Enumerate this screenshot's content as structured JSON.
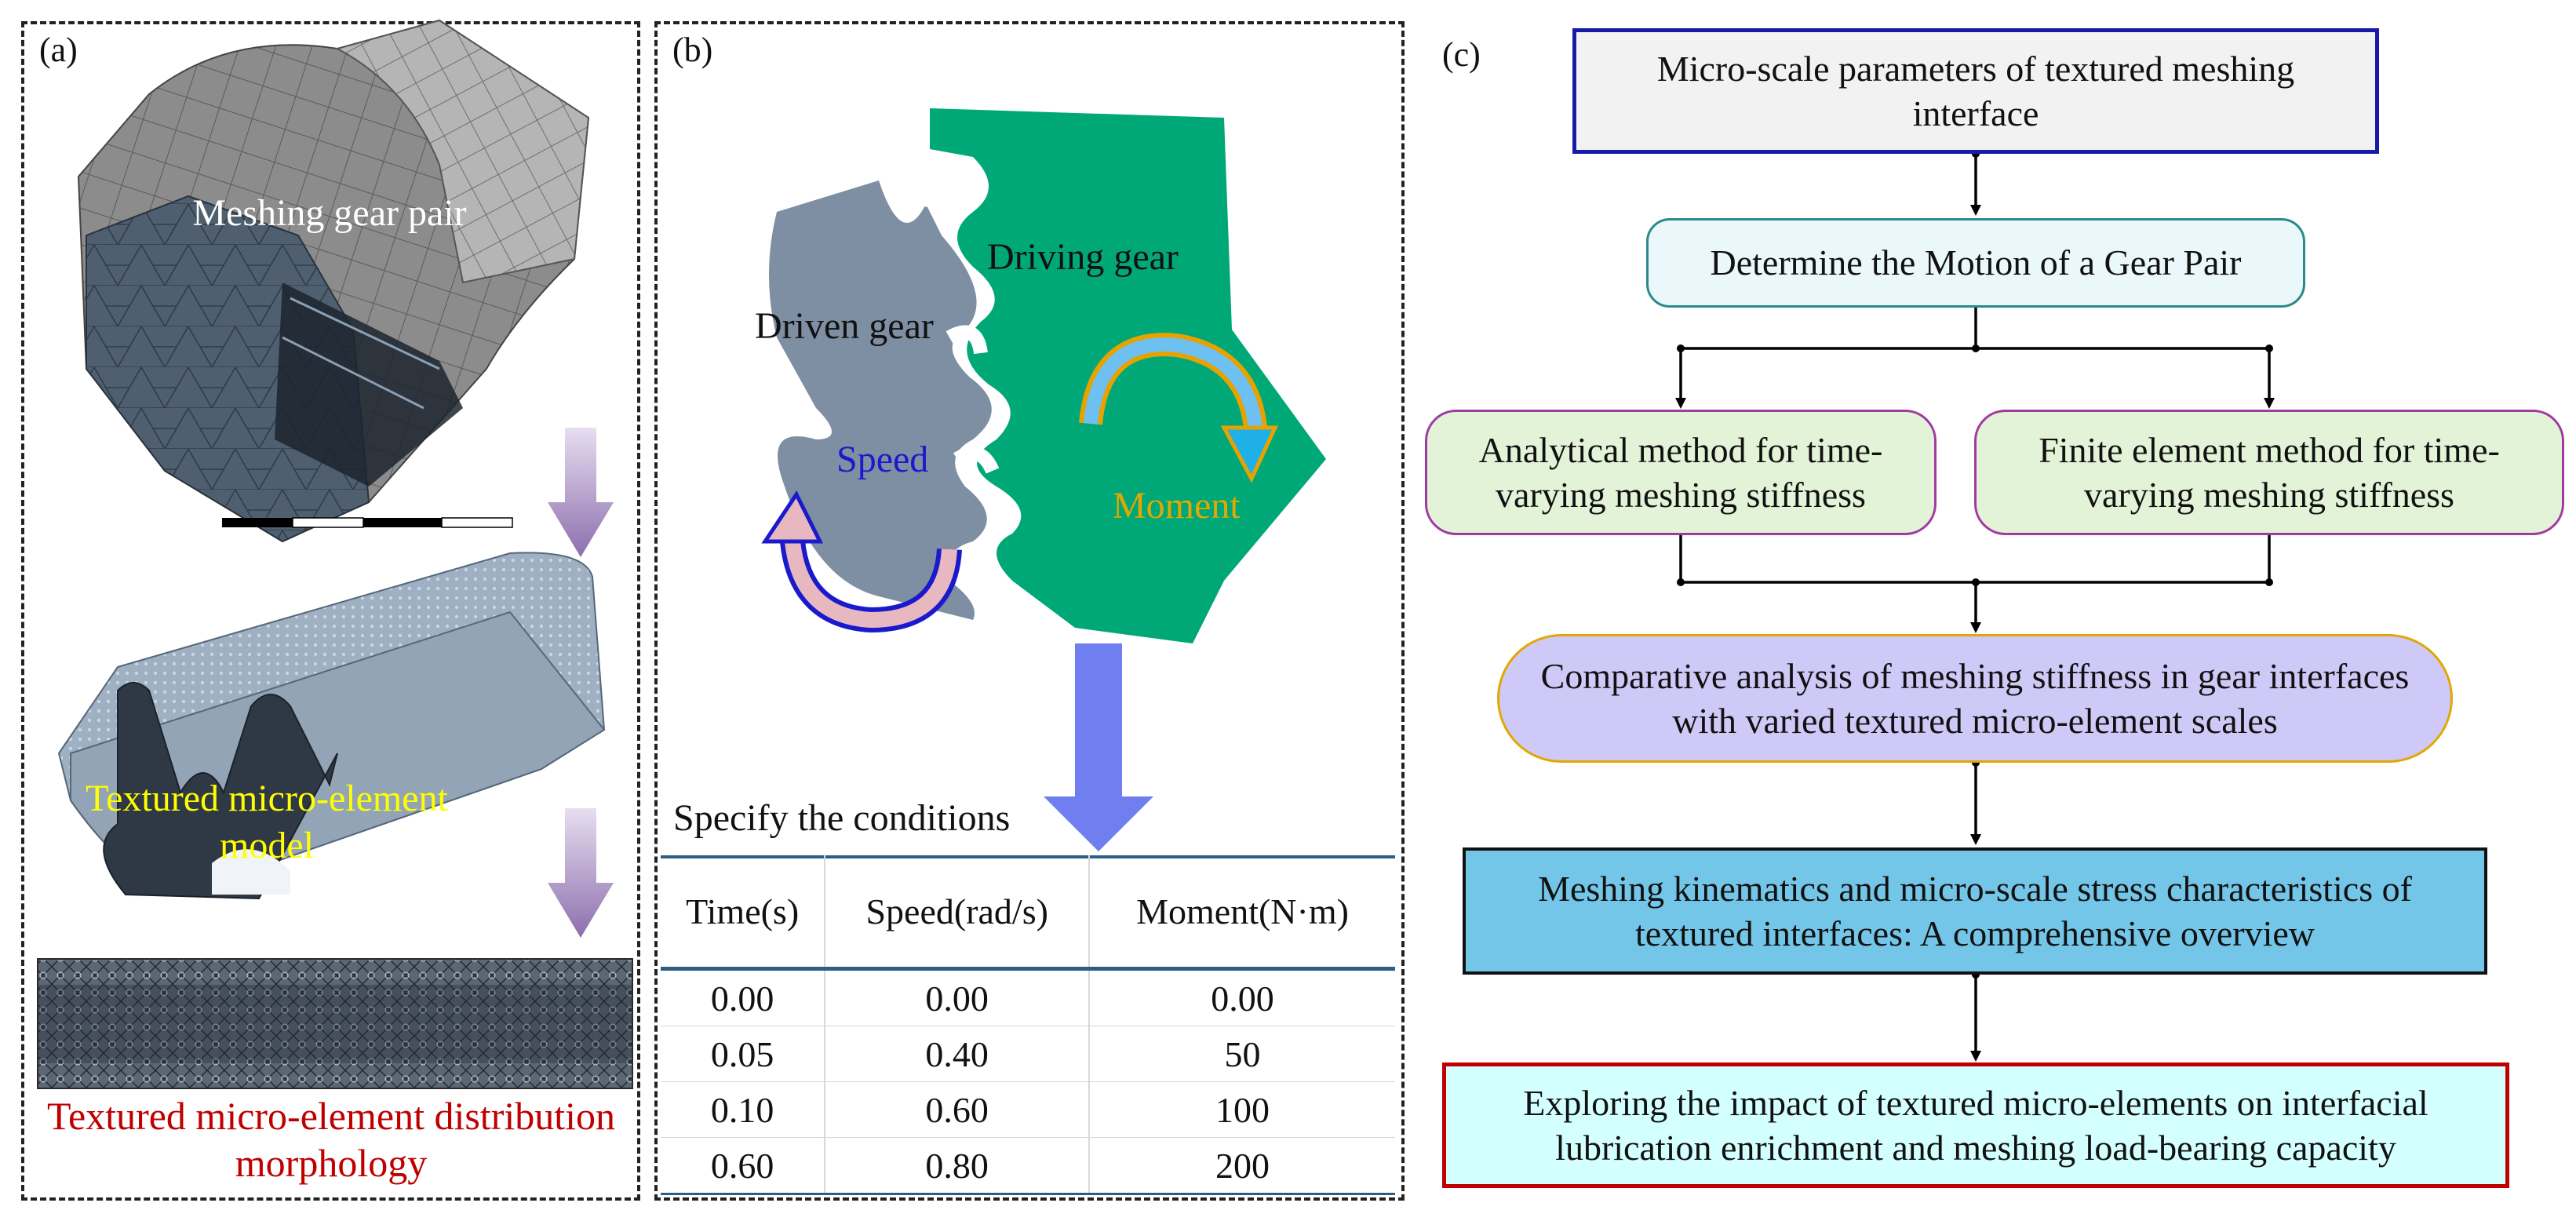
{
  "panel_a": {
    "label": "(a)",
    "gear_pair_label": "Meshing gear pair",
    "micro_model_label": "Textured micro-element model",
    "distribution_caption": "Textured micro-element distribution morphology"
  },
  "panel_b": {
    "label": "(b)",
    "driving_gear": "Driving gear",
    "driven_gear": "Driven gear",
    "speed_label": "Speed",
    "moment_label": "Moment",
    "conditions_title": "Specify the conditions",
    "table": {
      "headers": [
        "Time(s)",
        "Speed(rad/s)",
        "Moment(N·m)"
      ],
      "rows": [
        [
          "0.00",
          "0.00",
          "0.00"
        ],
        [
          "0.05",
          "0.40",
          "50"
        ],
        [
          "0.10",
          "0.60",
          "100"
        ],
        [
          "0.60",
          "0.80",
          "200"
        ]
      ]
    }
  },
  "panel_c": {
    "label": "(c)",
    "step1": "Micro-scale parameters of textured meshing interface",
    "step2": "Determine the Motion of a Gear Pair",
    "step3_left": "Analytical method for time-varying meshing stiffness",
    "step3_right": "Finite element method for time-varying meshing stiffness",
    "step4": "Comparative analysis of meshing stiffness in gear interfaces with varied textured micro-element scales",
    "step5": "Meshing kinematics and micro-scale stress characteristics of textured interfaces: A comprehensive overview",
    "step6": "Exploring the impact of textured micro-elements on interfacial lubrication enrichment and meshing load-bearing capacity"
  },
  "colors": {
    "driving_gear": "#00a878",
    "driven_gear": "#7e8ea3",
    "speed_text": "#1a1acc",
    "moment_text": "#e0a800",
    "down_arrow_blue": "#6f7ff0",
    "down_arrow_purple": "#8c6fae",
    "caption_red": "#c00000",
    "model_label_yellow": "#ffff00",
    "step1_border": "#1a1aa8",
    "step5_fill": "#74c6e8",
    "step6_border": "#c00000",
    "step6_fill": "#d4ffff"
  }
}
